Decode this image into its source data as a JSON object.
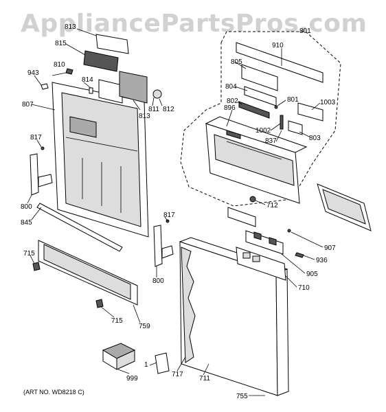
{
  "watermark": "AppliancePartsPros.com",
  "art_number": "(ART NO. WD8218 C)",
  "labels": {
    "l813a": "813",
    "l815": "815",
    "l943": "943",
    "l810": "810",
    "l814": "814",
    "l807": "807",
    "l811": "811",
    "l812": "812",
    "l813b": "813",
    "l817a": "817",
    "l800a": "800",
    "l845": "845",
    "l817b": "817",
    "l800b": "800",
    "l715a": "715",
    "l715b": "715",
    "l759": "759",
    "l999": "999",
    "l1": "1",
    "l717": "717",
    "l711": "711",
    "l755": "755",
    "l801a": "801",
    "l910": "910",
    "l805": "805",
    "l804": "804",
    "l802": "802",
    "l801b": "801",
    "l1003": "1003",
    "l896": "896",
    "l1002": "1002",
    "l837": "837",
    "l803": "803",
    "l712": "712",
    "l907": "907",
    "l936": "936",
    "l905": "905",
    "l710": "710"
  }
}
